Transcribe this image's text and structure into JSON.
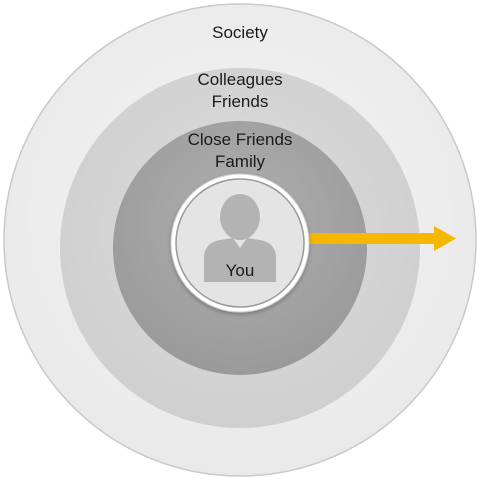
{
  "diagram": {
    "rings": [
      {
        "label": "Society",
        "color": "#ececec"
      },
      {
        "label": "Colleagues",
        "label2": "Friends",
        "color": "#d6d6d6"
      },
      {
        "label": "Close Friends",
        "label2": "Family",
        "color": "#a5a5a5"
      }
    ],
    "center": {
      "label": "You",
      "icon": "person-icon",
      "fill": "#ffffff",
      "inner_fill": "#e4e4e4",
      "icon_color": "#b3b3b3"
    },
    "arrow_color": "#f5b800"
  }
}
